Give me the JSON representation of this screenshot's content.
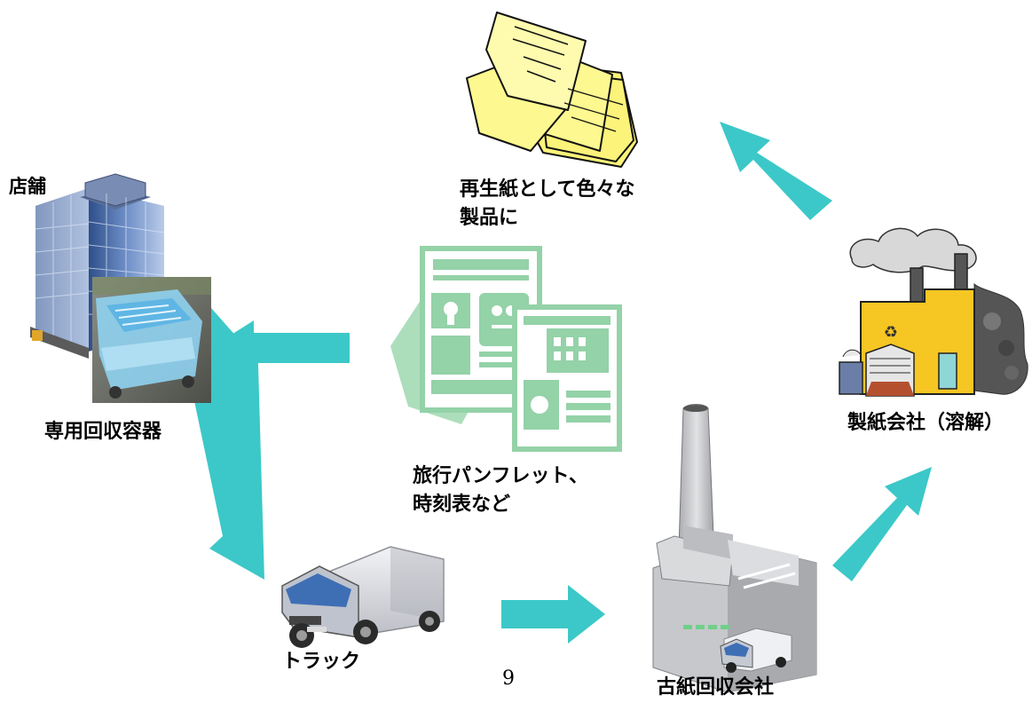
{
  "labels": {
    "store": "店舗",
    "container": "専用回収容器",
    "truck": "トラック",
    "recycled_paper_line1": "再生紙として色々な",
    "recycled_paper_line2": "製品に",
    "pamphlet_line1": "旅行パンフレット、",
    "pamphlet_line2": "時刻表など",
    "paper_mill": "製紙会社（溶解）",
    "waste_paper_company": "古紙回収会社"
  },
  "page_number": "9",
  "colors": {
    "arrow": "#3cc8c8",
    "pamphlet_green": "#9ed9b0",
    "paper_yellow": "#fbf37a",
    "factory_yellow": "#f6c623"
  },
  "icons": [
    "office-building-icon",
    "recycling-bin-photo",
    "truck-icon",
    "waste-paper-factory-icon",
    "paper-mill-icon",
    "paper-stack-icon",
    "pamphlet-icon"
  ]
}
